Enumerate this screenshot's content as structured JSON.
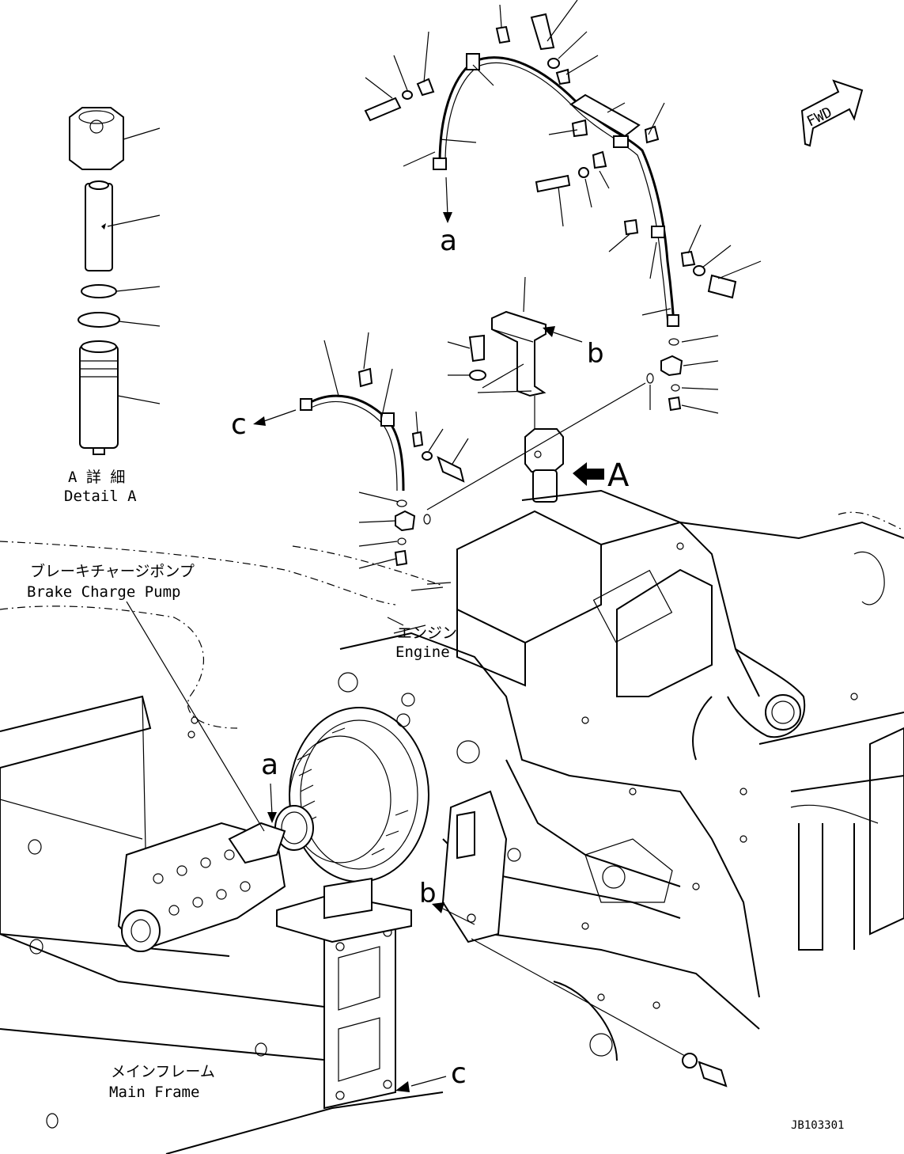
{
  "labels": {
    "detail_jp": "A 詳 細",
    "detail_en": "Detail A",
    "pump_jp": "ブレーキチャージポンプ",
    "pump_en": "Brake Charge Pump",
    "engine_jp": "エンジン",
    "engine_en": "Engine",
    "frame_jp": "メインフレーム",
    "frame_en": "Main Frame",
    "fwd": "FWD",
    "view_arrow": "A",
    "drawing_no": "JB103301"
  },
  "callouts": {
    "a_top": "a",
    "a_bottom": "a",
    "b_top": "b",
    "b_bottom": "b",
    "c_left": "c",
    "c_bottom": "c"
  }
}
